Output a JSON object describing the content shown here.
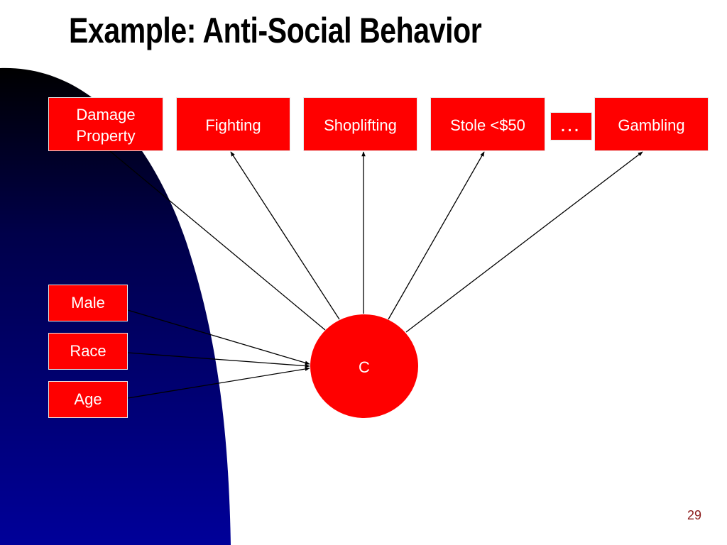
{
  "slide": {
    "title": "Example: Anti-Social Behavior",
    "page_number": "29"
  },
  "colors": {
    "node_fill": "#ff0000",
    "node_text": "#ffffff",
    "arc_gradient_top": "#000000",
    "arc_gradient_bottom": "#000099",
    "page_number": "#8b1a1a"
  },
  "diagram": {
    "indicators": {
      "damage_property": "Damage Property",
      "fighting": "Fighting",
      "shoplifting": "Shoplifting",
      "stole_under_50": "Stole <$50",
      "ellipsis": "…",
      "gambling": "Gambling"
    },
    "covariates": {
      "male": "Male",
      "race": "Race",
      "age": "Age"
    },
    "latent": {
      "label": "C"
    },
    "edges": [
      {
        "from": "C",
        "to": "Damage Property",
        "arrowhead": false
      },
      {
        "from": "C",
        "to": "Fighting",
        "arrowhead": true
      },
      {
        "from": "C",
        "to": "Shoplifting",
        "arrowhead": true
      },
      {
        "from": "C",
        "to": "Stole <$50",
        "arrowhead": true
      },
      {
        "from": "C",
        "to": "Gambling",
        "arrowhead": true
      },
      {
        "from": "Male",
        "to": "C",
        "arrowhead": true
      },
      {
        "from": "Race",
        "to": "C",
        "arrowhead": true
      },
      {
        "from": "Age",
        "to": "C",
        "arrowhead": true
      }
    ]
  }
}
